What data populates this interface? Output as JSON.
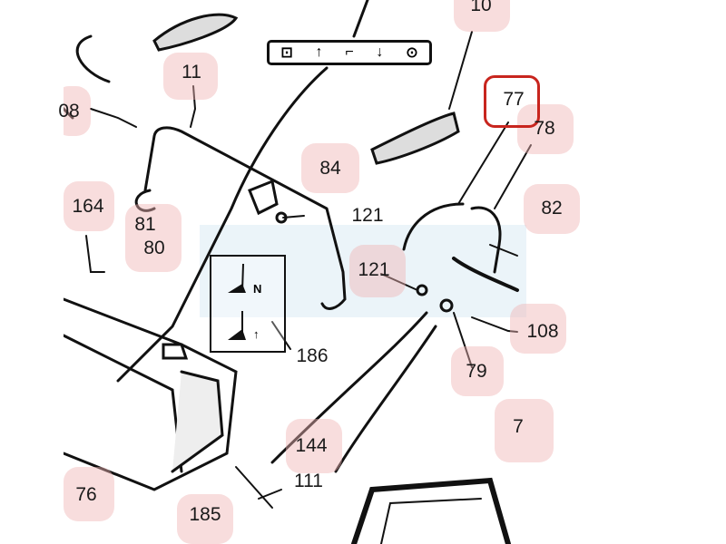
{
  "diagram": {
    "callouts": [
      {
        "id": "10"
      },
      {
        "id": "11"
      },
      {
        "id": "08"
      },
      {
        "id": "77",
        "highlighted": true
      },
      {
        "id": "78"
      },
      {
        "id": "84"
      },
      {
        "id": "121"
      },
      {
        "id": "164"
      },
      {
        "id": "81"
      },
      {
        "id": "80"
      },
      {
        "id": "82"
      },
      {
        "id": "121"
      },
      {
        "id": "186"
      },
      {
        "id": "108"
      },
      {
        "id": "79"
      },
      {
        "id": "144"
      },
      {
        "id": "111"
      },
      {
        "id": "76"
      },
      {
        "id": "185"
      },
      {
        "id": "7"
      }
    ],
    "lever_labels": {
      "neutral": "N",
      "up": "↑"
    },
    "icon_strip": [
      "lock-icon",
      "up-arrow-icon",
      "lever-icon",
      "down-arrow-icon",
      "unlock-icon"
    ],
    "highlight_color": "#c8251e"
  }
}
